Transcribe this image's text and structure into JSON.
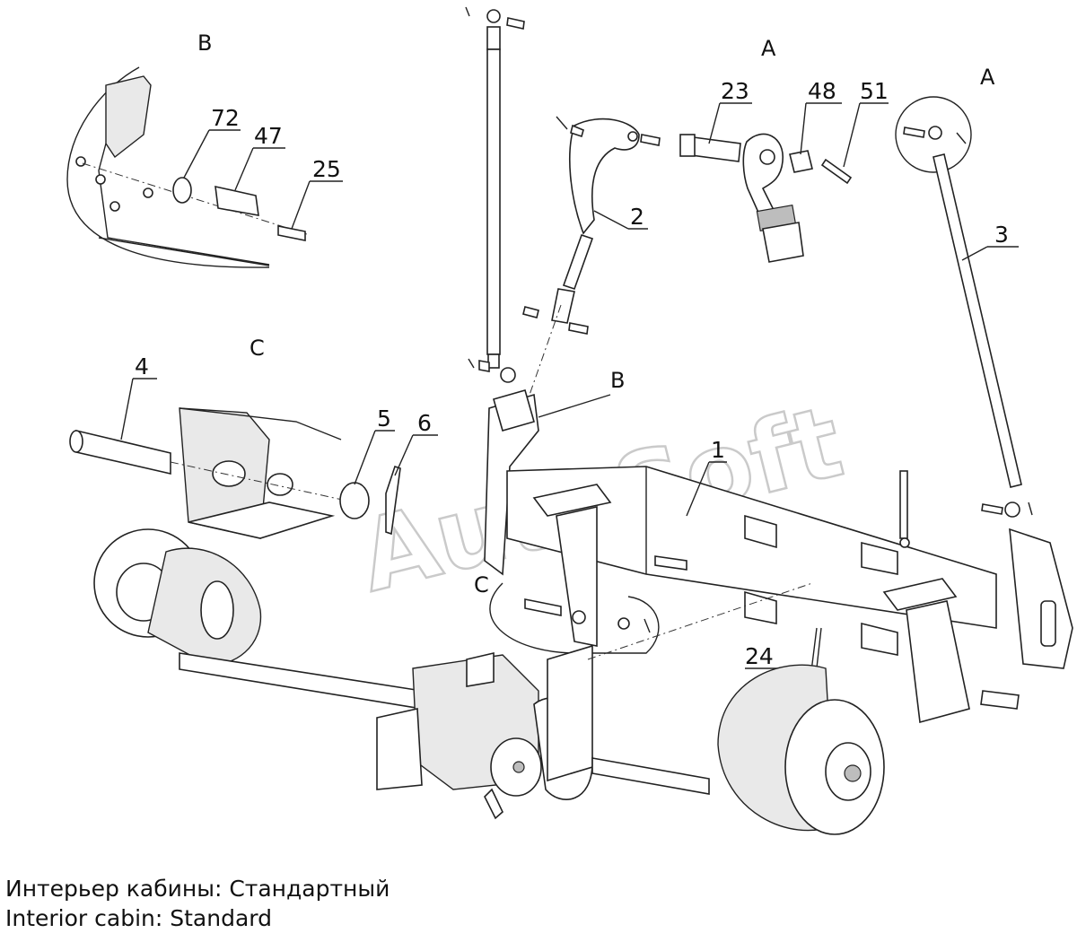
{
  "watermark": "AutoSoft",
  "section_views": {
    "b_detail": "B",
    "a_top": "A",
    "a_circle": "A",
    "c_detail": "C",
    "b_frame": "B",
    "c_frame": "C"
  },
  "callouts": {
    "p72": "72",
    "p47": "47",
    "p25": "25",
    "p23": "23",
    "p48": "48",
    "p51": "51",
    "p2": "2",
    "p3": "3",
    "p4": "4",
    "p5": "5",
    "p6": "6",
    "p1": "1",
    "p24": "24"
  },
  "caption": {
    "ru": "Интерьер кабины: Стандартный",
    "en": "Interior cabin: Standard"
  }
}
